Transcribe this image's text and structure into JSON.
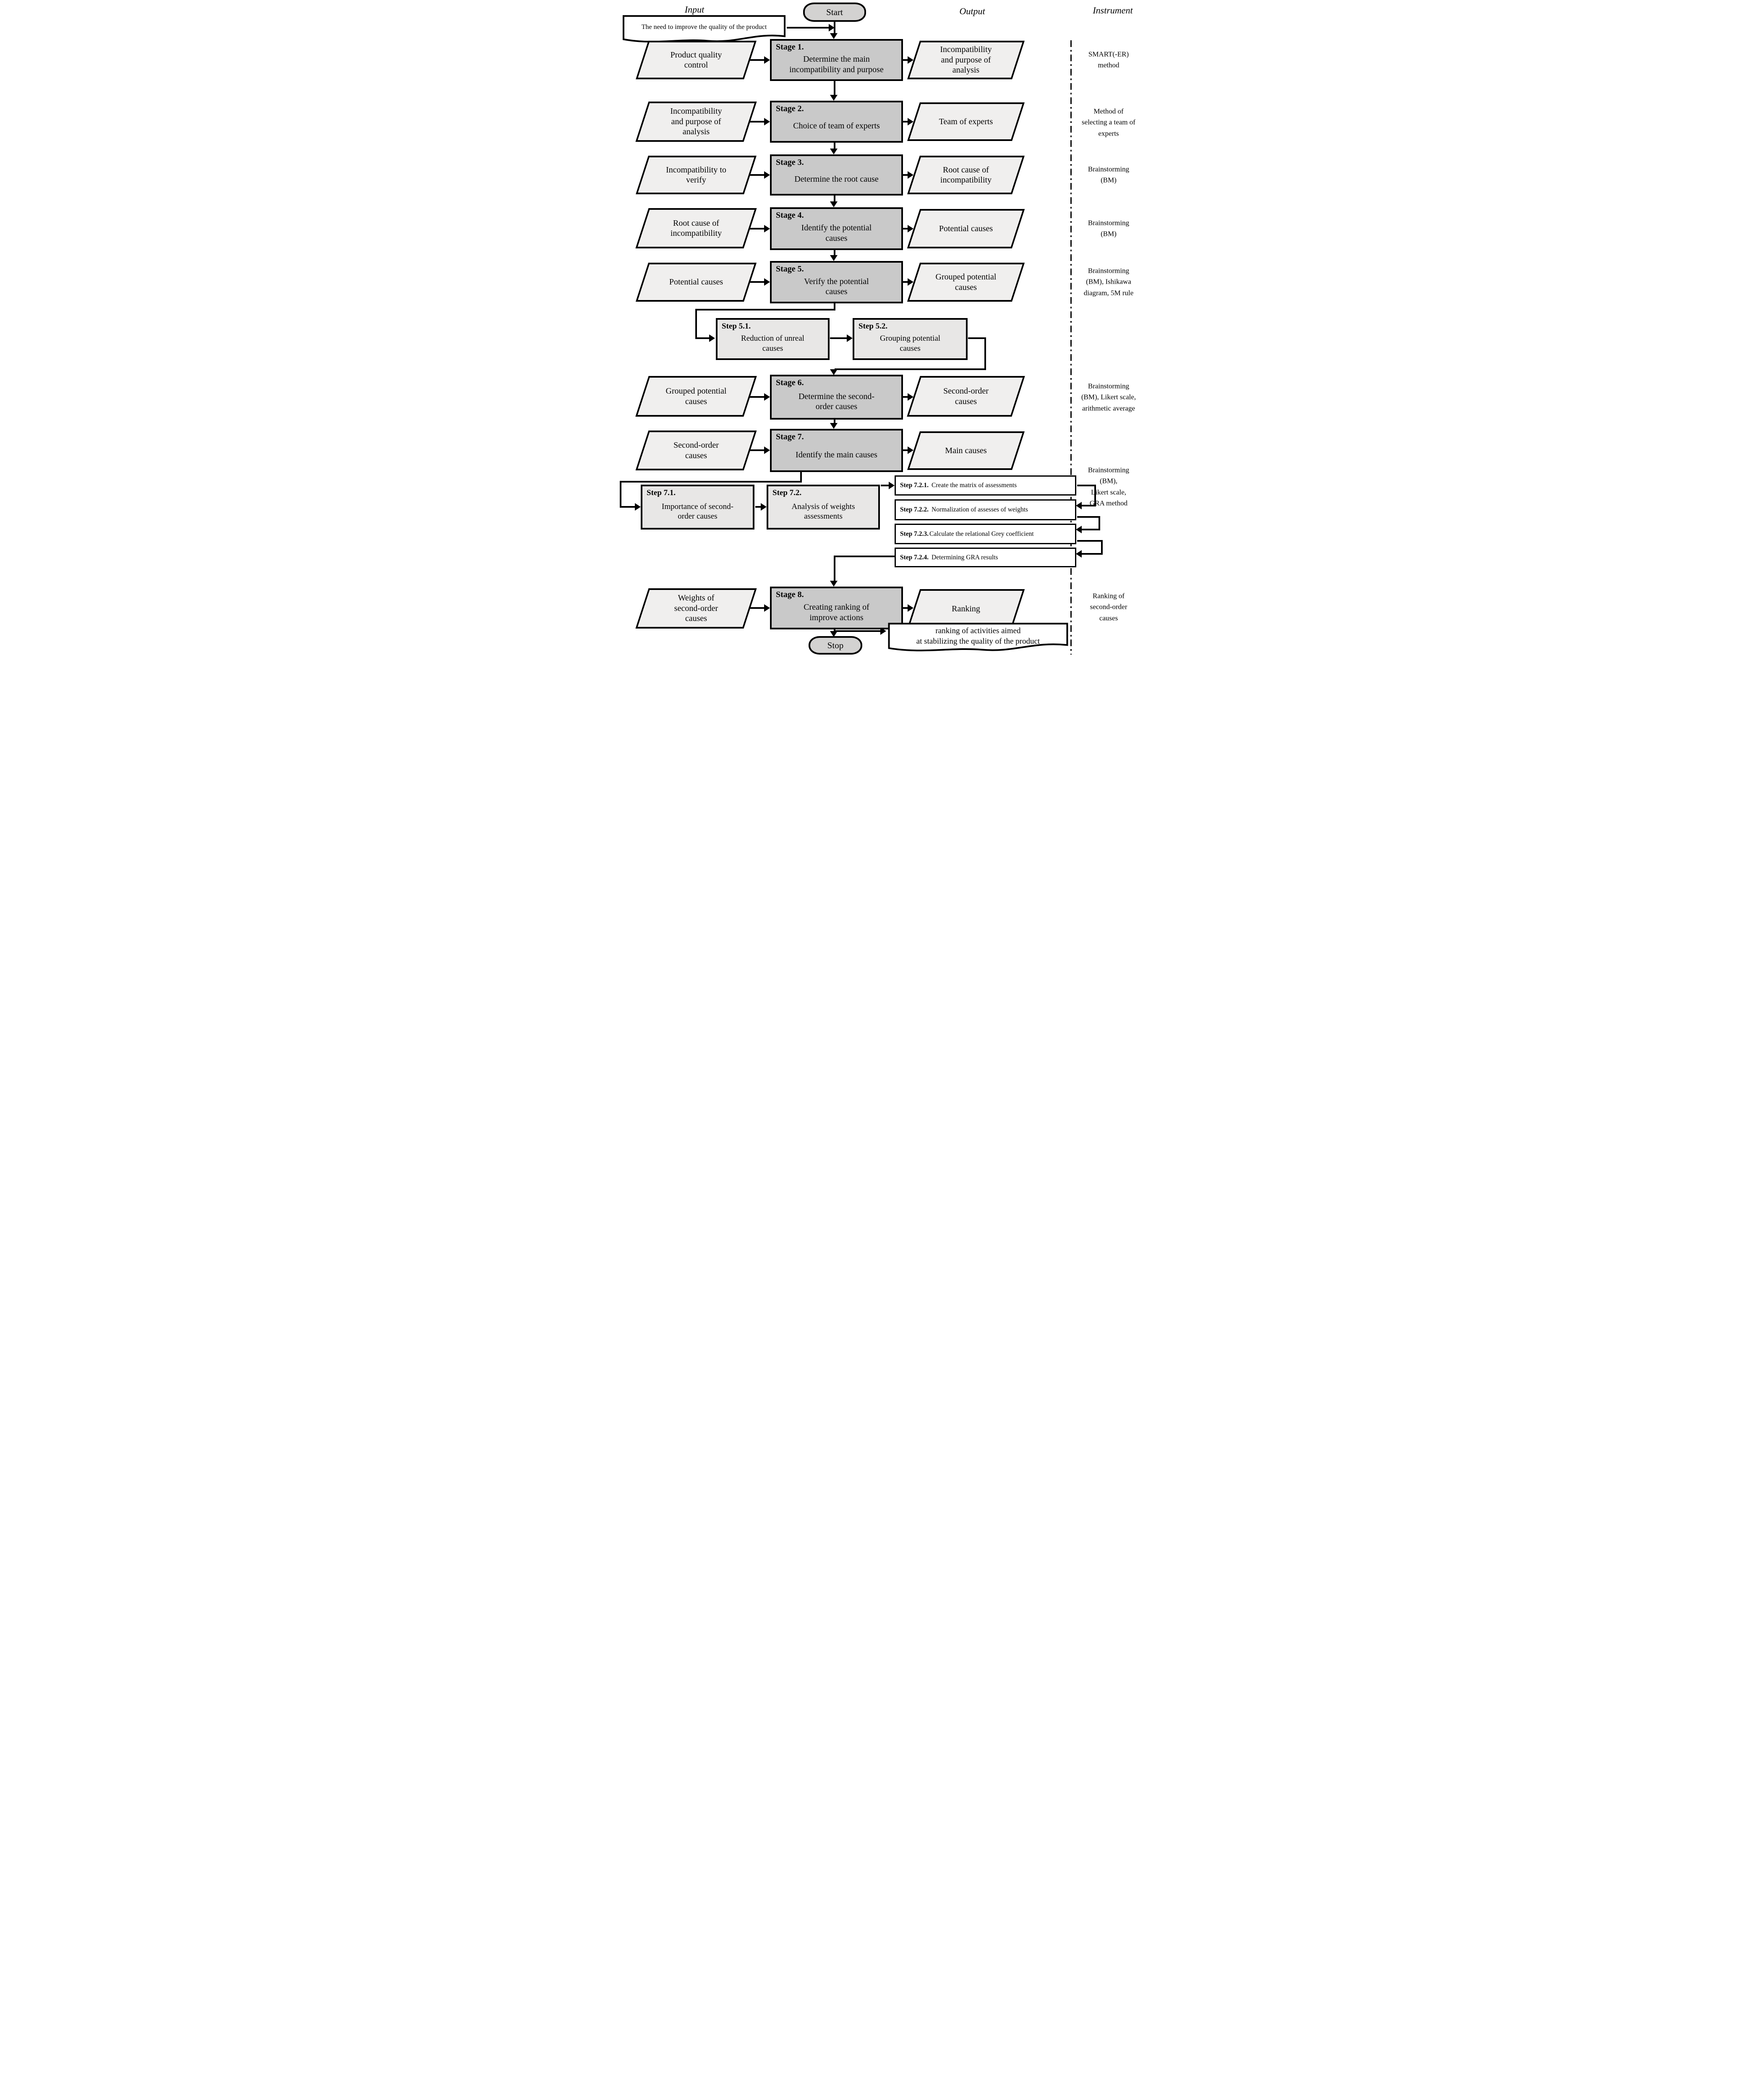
{
  "header": {
    "input": "Input",
    "output": "Output",
    "instrument": "Instrument"
  },
  "terminators": {
    "start": "Start",
    "stop": "Stop"
  },
  "documents": {
    "need": "The need to improve the quality of the product",
    "ranking": "ranking of activities aimed\nat stabilizing the quality of the product"
  },
  "rows": [
    {
      "input": "Product quality control",
      "stage": {
        "label": "Stage 1.",
        "text": "Determine the main incompatibility and purpose"
      },
      "output": "Incompatibility and purpose of analysis",
      "instrument": "SMART(-ER)\nmethod"
    },
    {
      "input": "Incompatibility and purpose of analysis",
      "stage": {
        "label": "Stage 2.",
        "text": "Choice of team of experts"
      },
      "output": "Team of experts",
      "instrument": "Method of\nselecting a team of\nexperts"
    },
    {
      "input": "Incompatibility to verify",
      "stage": {
        "label": "Stage 3.",
        "text": "Determine the root cause"
      },
      "output": "Root cause of incompatibility",
      "instrument": "Brainstorming\n(BM)"
    },
    {
      "input": "Root cause of incompatibility",
      "stage": {
        "label": "Stage 4.",
        "text": "Identify the potential causes"
      },
      "output": "Potential causes",
      "instrument": "Brainstorming\n(BM)"
    },
    {
      "input": "Potential causes",
      "stage": {
        "label": "Stage 5.",
        "text": "Verify the potential causes"
      },
      "output": "Grouped potential causes",
      "instrument": "Brainstorming\n(BM), Ishikawa\ndiagram, 5M rule"
    },
    {
      "input": "Grouped potential causes",
      "stage": {
        "label": "Stage 6.",
        "text": "Determine the second-order causes"
      },
      "output": "Second-order causes",
      "instrument": "Brainstorming\n(BM), Likert scale,\narithmetic average"
    },
    {
      "input": "Second-order causes",
      "stage": {
        "label": "Stage 7.",
        "text": "Identify the main causes"
      },
      "output": "Main causes",
      "instrument": "Brainstorming\n(BM),\nLikert scale,\nGRA method"
    },
    {
      "input": "Weights of second-order causes",
      "stage": {
        "label": "Stage 8.",
        "text": "Creating ranking of improve actions"
      },
      "output": "Ranking",
      "instrument": "Ranking of\nsecond-order\ncauses"
    }
  ],
  "steps": {
    "s51": {
      "label": "Step 5.1.",
      "text": "Reduction of unreal causes"
    },
    "s52": {
      "label": "Step 5.2.",
      "text": "Grouping potential causes"
    },
    "s71": {
      "label": "Step 7.1.",
      "text": "Importance of second-order causes"
    },
    "s72": {
      "label": "Step 7.2.",
      "text": "Analysis of weights assessments"
    }
  },
  "substeps": [
    {
      "label": "Step 7.2.1.",
      "text": "Create the matrix of assessments"
    },
    {
      "label": "Step 7.2.2.",
      "text": "Normalization of assesses of weights"
    },
    {
      "label": "Step 7.2.3.",
      "text": "Calculate the relational Grey coefficient"
    },
    {
      "label": "Step 7.2.4.",
      "text": "Determining GRA results"
    }
  ],
  "colors": {
    "line": "#000000",
    "stage_fill": "#c9c9c9",
    "io_fill": "#f0efee",
    "step_fill": "#e8e7e6",
    "terminator_fill": "#d3d2d1"
  }
}
